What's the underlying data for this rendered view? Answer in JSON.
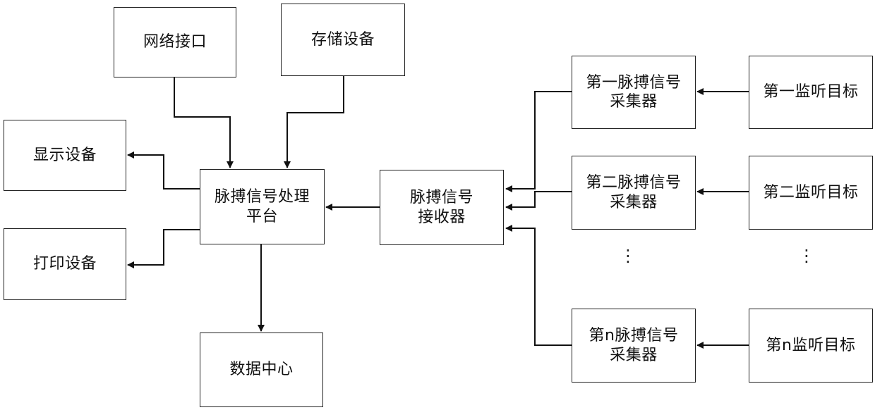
{
  "nodes": {
    "network_interface": "网络接口",
    "storage_device": "存储设备",
    "display_device": "显示设备",
    "print_device": "打印设备",
    "processing_platform": [
      "脉搏信号处理",
      "平台"
    ],
    "data_center": "数据中心",
    "receiver": [
      "脉搏信号",
      "接收器"
    ],
    "collector_1": [
      "第一脉搏信号",
      "采集器"
    ],
    "collector_2": [
      "第二脉搏信号",
      "采集器"
    ],
    "collector_n": [
      "第n脉搏信号",
      "采集器"
    ],
    "target_1": "第一监听目标",
    "target_2": "第二监听目标",
    "target_n": "第n监听目标"
  },
  "ellipsis": "⋮",
  "colors": {
    "line": "#111111",
    "border": "#222222",
    "background": "#ffffff"
  }
}
